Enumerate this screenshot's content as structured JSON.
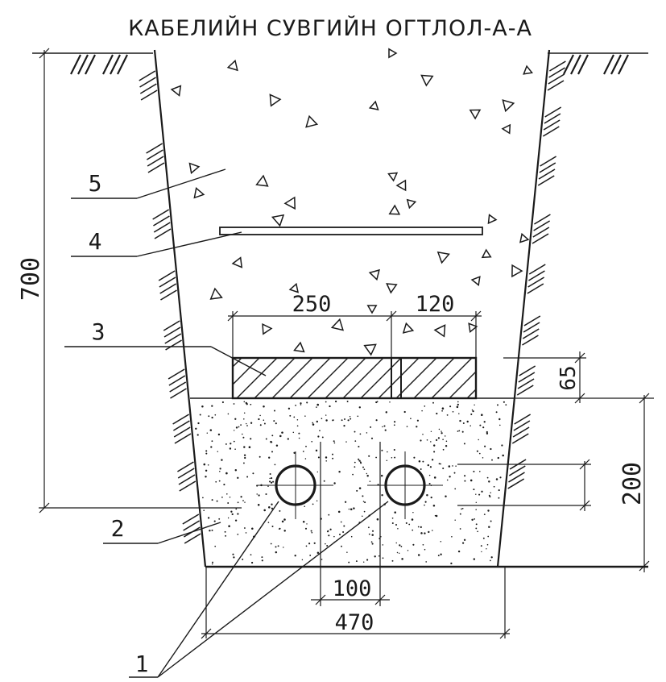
{
  "title": "КАБЕЛИЙН СУВГИЙН ОГТЛОЛ-А-А",
  "callouts": {
    "c1": "1",
    "c2": "2",
    "c3": "3",
    "c4": "4",
    "c5": "5"
  },
  "dimensions": {
    "depth": "700",
    "sand_height": "200",
    "brick_height": "65",
    "brick_width_left": "250",
    "brick_width_right": "120",
    "pipe_spacing": "100",
    "bottom_width": "470"
  },
  "colors": {
    "ink": "#1a1a1a",
    "background": "#ffffff"
  }
}
